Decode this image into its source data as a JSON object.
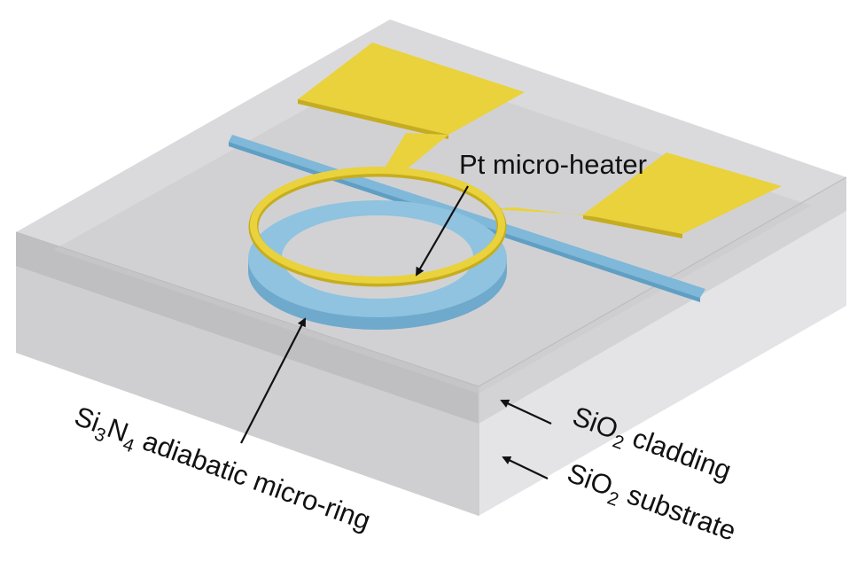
{
  "labels": {
    "heater": "Pt micro-heater",
    "ring_prefix": "Si",
    "ring_sub1": "3",
    "ring_mid": "N",
    "ring_sub2": "4",
    "ring_rest": " adiabatic micro-ring",
    "cladding_prefix": "SiO",
    "cladding_sub": "2",
    "cladding_rest": " cladding",
    "substrate_prefix": "SiO",
    "substrate_sub": "2",
    "substrate_rest": " substrate"
  },
  "colors": {
    "cladding_top": "#dadadc",
    "cladding_inner": "#c9c9cb",
    "left_face": "#cfcfd1",
    "front_face": "#e5e5e7",
    "front_lower": "#dcdcde",
    "waveguide": "#7fb8d9",
    "ring": "#8fc3df",
    "heater": "#e9d23c",
    "heater_edge": "#c6ad1f",
    "arrow": "#111111"
  }
}
